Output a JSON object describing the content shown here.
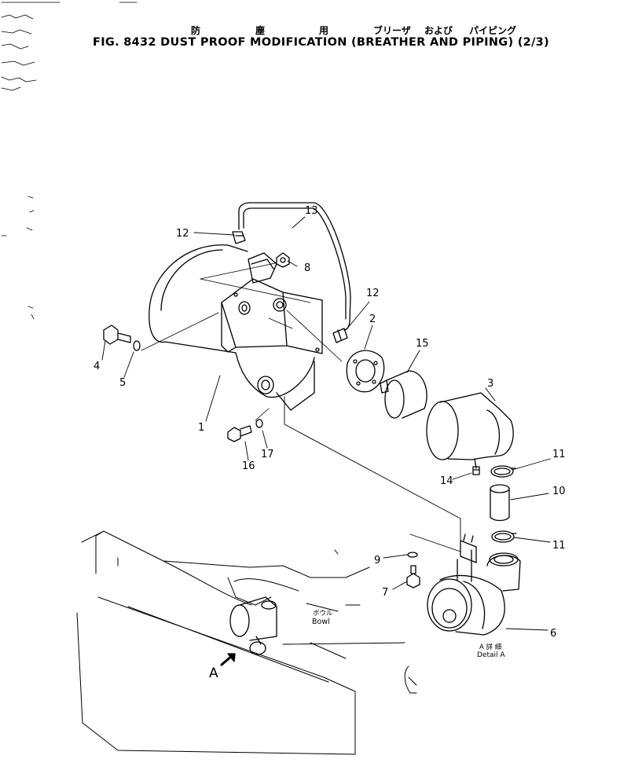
{
  "title": {
    "jp_words": [
      "防",
      "塵",
      "用",
      "ブリーザ",
      "および",
      "パイピング"
    ],
    "en": "FIG. 8432  DUST PROOF MODIFICATION (BREATHER AND PIPING) (2/3)"
  },
  "callouts": [
    "1",
    "2",
    "3",
    "4",
    "5",
    "6",
    "7",
    "8",
    "9",
    "10",
    "11",
    "11",
    "12",
    "12",
    "13",
    "14",
    "15",
    "16",
    "17"
  ],
  "view_arrow_label": "A",
  "bowl_label_jp": "ボウル",
  "bowl_label_en": "Bowl",
  "detail_label_jp": "A 詳 細",
  "detail_label_en": "Detail A"
}
